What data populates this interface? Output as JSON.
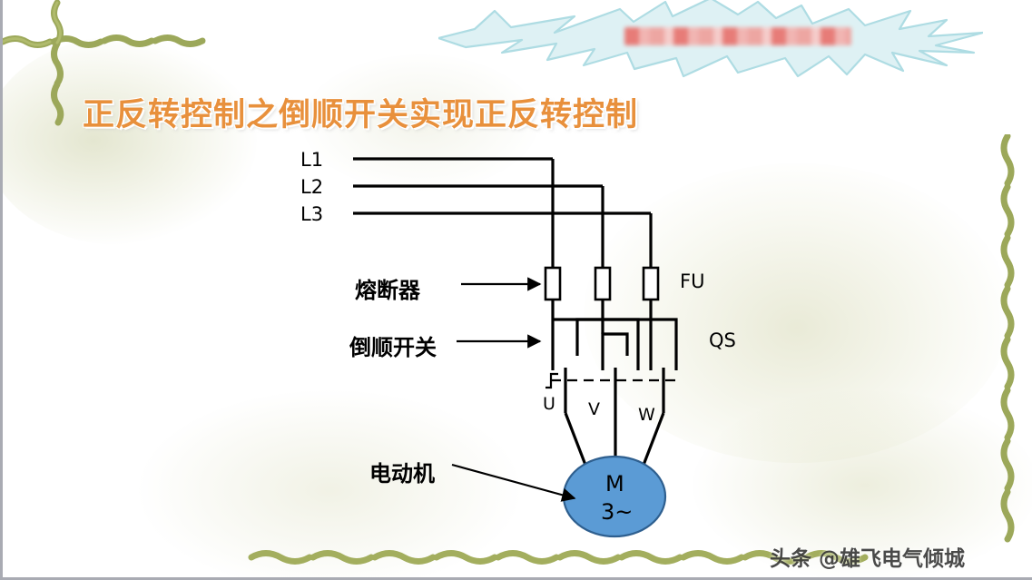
{
  "slide": {
    "title": "正反转控制之倒顺开关实现正反转控制",
    "title_color": "#E8903C",
    "background_color": "#FFFFFF",
    "watermark": "头条 @雄飞电气倾城"
  },
  "banner": {
    "shape": "starburst",
    "shape_fill": "#DEF1F4",
    "shape_stroke": "#AEDCE3",
    "redacted_text": "",
    "redaction_color": "#E8736E"
  },
  "diagram": {
    "name": "forward-reverse-motor-control-circuit",
    "supply_lines": [
      {
        "id": "L1",
        "label": "L1"
      },
      {
        "id": "L2",
        "label": "L2"
      },
      {
        "id": "L3",
        "label": "L3"
      }
    ],
    "components": [
      {
        "id": "FU",
        "designator": "FU",
        "cn_label": "熔断器",
        "count": 3
      },
      {
        "id": "QS",
        "designator": "QS",
        "cn_label": "倒顺开关"
      },
      {
        "id": "M",
        "designator": "M",
        "cn_label": "电动机",
        "symbol_line1": "M",
        "symbol_line2": "3~",
        "fill": "#5B9BD5",
        "stroke": "#2E5F8F"
      }
    ],
    "motor_terminals": [
      {
        "label": "U"
      },
      {
        "label": "V"
      },
      {
        "label": "W"
      }
    ],
    "annotations": [
      {
        "text": "熔断器",
        "points_to": "FU"
      },
      {
        "text": "倒顺开关",
        "points_to": "QS"
      },
      {
        "text": "电动机",
        "points_to": "M"
      }
    ],
    "designator_labels": [
      {
        "text": "FU"
      },
      {
        "text": "QS"
      }
    ]
  },
  "decor": {
    "vine_color": "#9CA85A",
    "vine_color_light": "#B6C072"
  }
}
